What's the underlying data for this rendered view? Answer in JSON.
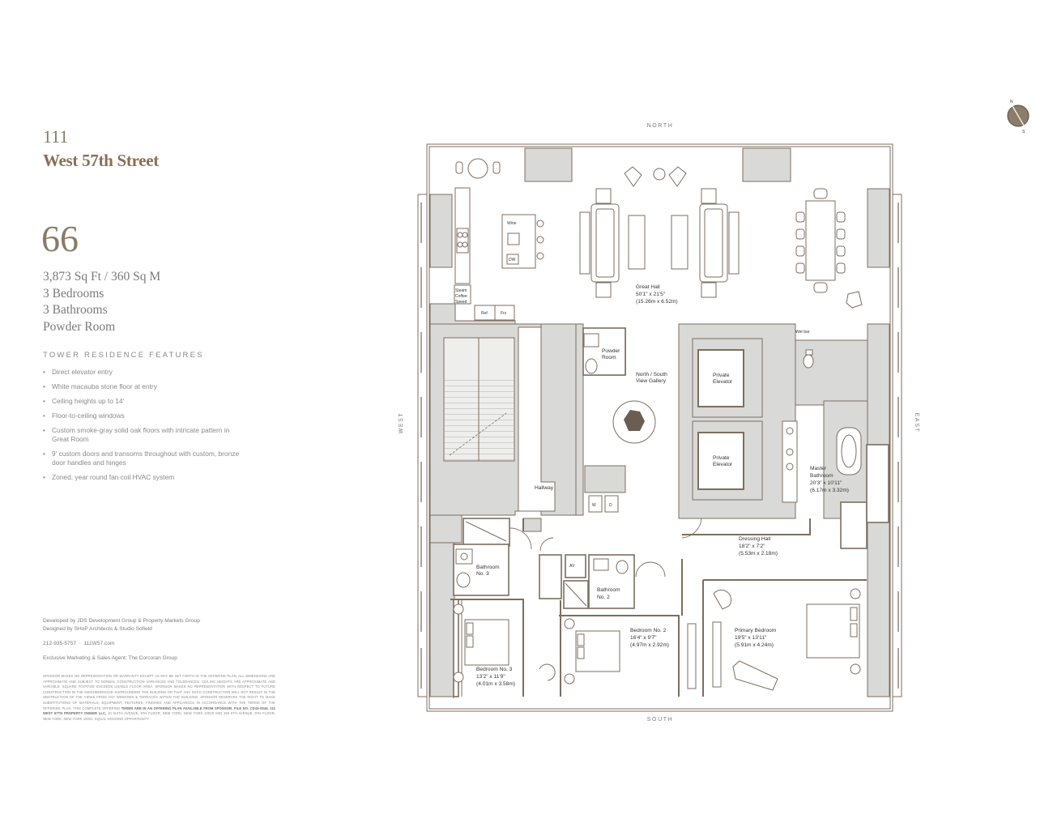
{
  "header": {
    "building_number": "111",
    "street": "West 57th Street"
  },
  "unit": {
    "number": "66",
    "area": "3,873 Sq Ft / 360 Sq M",
    "bedrooms": "3 Bedrooms",
    "bathrooms": "3 Bathrooms",
    "powder": "Powder Room"
  },
  "features": {
    "title": "TOWER RESIDENCE FEATURES",
    "items": [
      "Direct elevator entry",
      "White macauba stone floor at entry",
      "Ceiling heights up to 14'",
      "Floor-to-ceiling windows",
      "Custom smoke-gray solid oak floors with intricate pattern in Great Room",
      "9' custom doors and transoms throughout with custom, bronze door handles and hinges",
      "Zoned, year round fan coil HVAC system"
    ]
  },
  "credits": {
    "developer": "Developed by JDS Development Group & Property Markets Group",
    "design": "Designed by SHoP Architects & Studio Sofield",
    "phone": "212-935-5757",
    "sep": "·",
    "website": "111W57.com",
    "sales": "Exclusive Marketing & Sales Agent: The Corcoran Group"
  },
  "disclaimer": {
    "body": "SPONSOR MAKES NO REPRESENTATION OR WARRANTY EXCEPT AS MAY BE SET FORTH IN THE OFFERING PLAN. ALL DIMENSIONS ARE APPROXIMATE AND SUBJECT TO NORMAL CONSTRUCTION VARIANCES AND TOLERANCES. CEILING HEIGHTS ARE APPROXIMATE AND VARIABLE. SQUARE FOOTAGE EXCEEDS USABLE FLOOR AREA. SPONSOR MAKES NO REPRESENTATION WITH RESPECT TO FUTURE CONSTRUCTION IN THE NEIGHBORHOOD SURROUNDING THE BUILDING OR THAT ANY SUCH CONSTRUCTION WILL NOT RESULT IN THE OBSTRUCTION OF THE VIEWS FROM ANY WINDOWS & TERRACES WITHIN THE BUILDING. SPONSOR RESERVES THE RIGHT TO MAKE SUBSTITUTIONS OF MATERIALS, EQUIPMENT, FEATURES, FINISHES AND APPLIANCES IN ACCORDANCE WITH THE TERMS OF THE OFFERING PLAN. THIS COMPLETE OFFERING",
    "bold": "TERMS ARE IN AN OFFERING PLAN AVAILABLE FROM SPONSOR. FILE NO. CD15-0044. 111 WEST 57TH PROPERTY OWNER LLC,",
    "tail": "10 SIXTH AVENUE, 9TH FLOOR, NEW YORK, NEW YORK 10019 AND 256 5TH AVENUE, 9TH FLOOR, NEW YORK, NEW YORK 10001. EQUAL HOUSING OPPORTUNITY."
  },
  "orientation": {
    "north": "NORTH",
    "south": "SOUTH",
    "east": "EAST",
    "west": "WEST"
  },
  "compass": {
    "n": "N",
    "s": "S"
  },
  "rooms": {
    "great_hall": {
      "name": "Great Hall",
      "dim": "50'1\" x 21'5\"",
      "metric": "(15.26m x 6.52m)"
    },
    "gallery": {
      "line1": "North / South",
      "line2": "View Gallery"
    },
    "powder": {
      "line1": "Powder",
      "line2": "Room"
    },
    "elevator": "Private",
    "elevator2": "Elevator",
    "hallway": "Hallway",
    "master_bath": {
      "name": "Master",
      "name2": "Bathroom",
      "dim": "20'3\" x 10'11\"",
      "metric": "(6.17m x 3.32m)"
    },
    "dressing": {
      "name": "Dressing Hall",
      "dim": "18'2\" x 7'2\"",
      "metric": "(5.53m x 2.18m)"
    },
    "bath3": {
      "line1": "Bathroom",
      "line2": "No. 3"
    },
    "bath2": {
      "line1": "Bathroom",
      "line2": "No. 2"
    },
    "bed3": {
      "name": "Bedroom No. 3",
      "dim": "13'2\" x 11'9\"",
      "metric": "(4.01m x 3.58m)"
    },
    "bed2": {
      "name": "Bedroom No. 2",
      "dim": "16'4\" x 9'7\"",
      "metric": "(4.97m x 2.92m)"
    },
    "primary": {
      "name": "Primary Bedroom",
      "dim": "19'5\" x 13'11\"",
      "metric": "(5.91m x 4.24m)"
    },
    "wine": "Wine",
    "dw": "DW",
    "steam": "Steam",
    "coffee": "Coffee",
    "speed": "Speed",
    "ref": "Ref",
    "frz": "Frz",
    "wet_bar": "Wet bar",
    "w": "W",
    "d": "D",
    "av": "AV"
  }
}
